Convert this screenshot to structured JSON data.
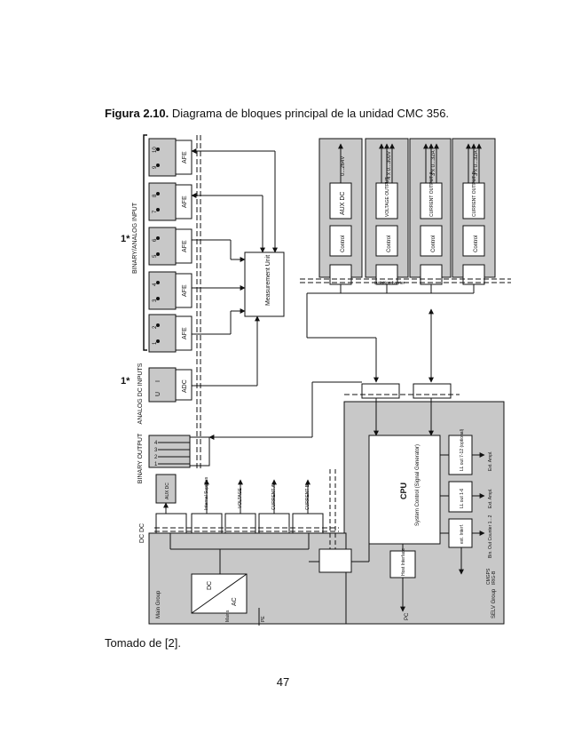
{
  "caption": {
    "label": "Figura 2.10.",
    "text": " Diagrama de bloques principal de la unidad CMC 356."
  },
  "source": "Tomado de [2].",
  "page_number": "47",
  "diagram": {
    "left_labels": {
      "binary_analog_input": "BINARY/ANALOG INPUT",
      "analog_dc_inputs": "ANALOG DC INPUTS",
      "binary_output": "BINARY OUTPUT",
      "dc_dc": "DC DC",
      "marker": "1*"
    },
    "afe_blocks": [
      {
        "label": "AFE",
        "pins": [
          "10",
          "9"
        ]
      },
      {
        "label": "AFE",
        "pins": [
          "8",
          "7"
        ]
      },
      {
        "label": "AFE",
        "pins": [
          "6",
          "5"
        ]
      },
      {
        "label": "AFE",
        "pins": [
          "4",
          "3"
        ]
      },
      {
        "label": "AFE",
        "pins": [
          "2",
          "1"
        ]
      }
    ],
    "adc_block": {
      "label": "ADC",
      "pins": [
        "I",
        "U"
      ]
    },
    "binary_out_pins": [
      "4",
      "3",
      "2",
      "1"
    ],
    "measurement_unit": "Measurement Unit",
    "output_modules": [
      {
        "range": "0...264V",
        "name": "AUX DC",
        "control": "Control"
      },
      {
        "range": "4 x 0...300V",
        "name": "VOLTAGE OUTPUT",
        "control": "Control"
      },
      {
        "range": "3 x 0...32A",
        "name": "CURRENT OUTPUT A",
        "control": "Control"
      },
      {
        "range": "3 x 0...32A",
        "name": "CURRENT OUTPUT B",
        "control": "Control"
      }
    ],
    "isolation_label": "isolation barrier",
    "main_group": {
      "title": "Main Group",
      "supply_items": [
        "AUX DC",
        "Internal Supplies",
        "VOLTAGE",
        "CURRENT A",
        "CURRENT B"
      ],
      "converter": {
        "dc": "DC",
        "ac": "AC"
      },
      "mains": "Mains",
      "pe": "PE"
    },
    "selv_group": {
      "title": "SELV Group",
      "cpu": "CPU",
      "cpu_sub": "System Control (Signal Generator)",
      "host_interface": "Host Interface",
      "pc": "PC",
      "right_blocks": [
        "LL out 7-12 (optional)",
        "LL out 1-6",
        "ext. Interf."
      ],
      "right_labels": [
        "Ext. Ampl.",
        "Ext. Ampl.",
        "Bin. Out Counter 1...2"
      ],
      "bottom_labels": [
        "CMGPS",
        "IRIG-B"
      ]
    }
  }
}
